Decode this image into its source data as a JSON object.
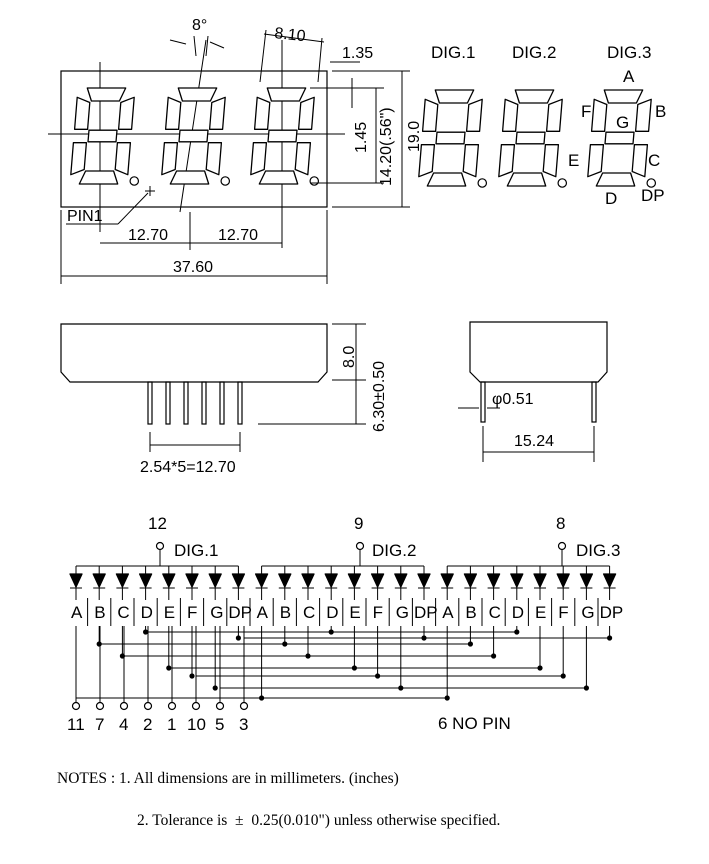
{
  "front_view": {
    "angle": "8°",
    "digit_width": "8.10",
    "dp_gap": "1.35",
    "seg_thickness": "1.45",
    "digit_height": "14.20(.56\")",
    "height": "19.0",
    "pitch_1": "12.70",
    "pitch_2": "12.70",
    "total_width": "37.60",
    "pin1_label": "PIN1"
  },
  "digit_labels": [
    "DIG.1",
    "DIG.2",
    "DIG.3"
  ],
  "segment_labels": {
    "a": "A",
    "b": "B",
    "c": "C",
    "d": "D",
    "e": "E",
    "f": "F",
    "g": "G",
    "dp": "DP"
  },
  "side_view": {
    "body_height": "8.0",
    "pin_length": "6.30±0.50",
    "pin_pitch": "2.54*5=12.70"
  },
  "end_view": {
    "pin_diameter": "φ0.51",
    "row_spacing": "15.24"
  },
  "schematic": {
    "commons": [
      {
        "pin": "12",
        "label": "DIG.1"
      },
      {
        "pin": "9",
        "label": "DIG.2"
      },
      {
        "pin": "8",
        "label": "DIG.3"
      }
    ],
    "segment_letters": [
      "A",
      "B",
      "C",
      "D",
      "E",
      "F",
      "G",
      "DP"
    ],
    "bottom_pins": [
      "11",
      "7",
      "4",
      "2",
      "1",
      "10",
      "5",
      "3"
    ],
    "no_pin": "6  NO  PIN"
  },
  "notes": {
    "line1": "NOTES : 1. All dimensions are in millimeters. (inches)",
    "line2": "2. Tolerance is  ±  0.25(0.010\") unless otherwise specified."
  }
}
